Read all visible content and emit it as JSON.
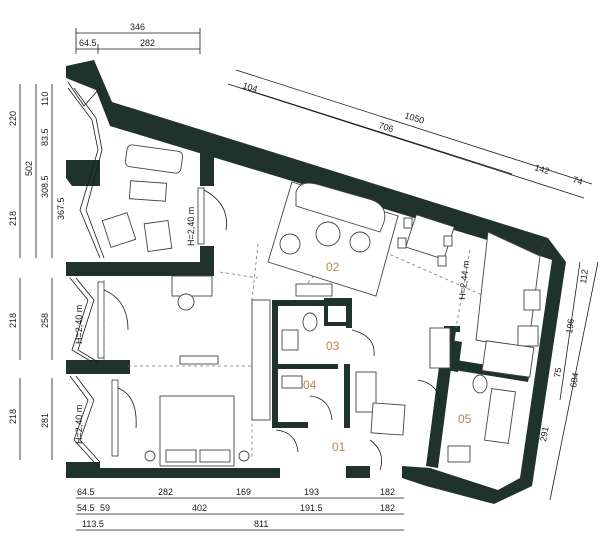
{
  "colors": {
    "wall": "#1f332c",
    "room_label": "#b8894a",
    "dimension": "#1a1a1a"
  },
  "rooms": [
    {
      "id": "room-01",
      "label": "01"
    },
    {
      "id": "room-02",
      "label": "02"
    },
    {
      "id": "room-03",
      "label": "03"
    },
    {
      "id": "room-04",
      "label": "04"
    },
    {
      "id": "room-05",
      "label": "05"
    }
  ],
  "ceiling_heights": {
    "loggia": "H=2,40 m",
    "kitchen": "H=2,44 m",
    "balcony_mid": "H=2,40 m",
    "balcony_bottom": "H=2,40 m"
  },
  "dimensions": {
    "top": {
      "total": "346",
      "left": "64.5",
      "right": "282"
    },
    "left_outer": {
      "d220": "220",
      "d502": "502",
      "d218a": "218",
      "d218b": "218",
      "d218c": "218"
    },
    "left_inner": {
      "d110": "110",
      "d83_5": "83.5",
      "d308_5": "308.5",
      "d367_5": "367.5",
      "d258": "258",
      "d281": "281"
    },
    "diagonal": {
      "d104": "104",
      "d1050": "1050",
      "d706": "706",
      "d142": "142",
      "d74": "74"
    },
    "right": {
      "d112": "112",
      "d196": "196",
      "d75": "75",
      "d684": "684",
      "d291": "291"
    },
    "bottom_row1": {
      "a": "64.5",
      "b": "282",
      "c": "169",
      "d": "193",
      "e": "182"
    },
    "bottom_row2": {
      "a": "54.5",
      "b": "59",
      "c": "402",
      "d": "191.5",
      "e": "182"
    },
    "bottom_row3": {
      "a": "113.5",
      "b": "811"
    }
  }
}
